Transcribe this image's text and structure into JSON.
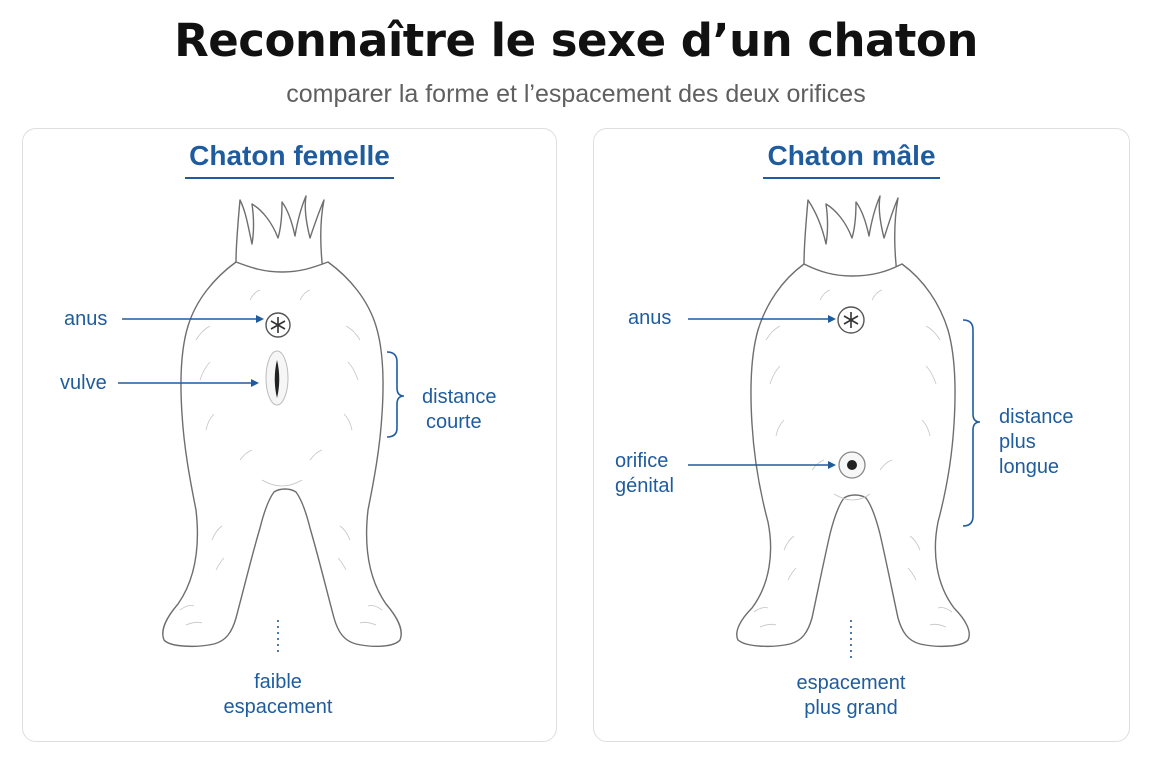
{
  "title": "Reconnaître le sexe d’un chaton",
  "subtitle": "comparer la forme et l’espacement des deux orifices",
  "colors": {
    "accent": "#1f5c9e",
    "title": "#111111",
    "subtitle": "#5f5f5f",
    "panel_border": "#dedede",
    "sketch": "#6e6e6e"
  },
  "female": {
    "heading": "Chaton femelle",
    "anus_label": "anus",
    "vulva_label": "vulve",
    "distance_label": [
      "distance",
      "courte"
    ],
    "spacing_label": [
      "faible",
      "espacement"
    ],
    "icons": [
      "anus-asterisk-icon",
      "vulva-slit-icon",
      "bracket-icon"
    ]
  },
  "male": {
    "heading": "Chaton mâle",
    "anus_label": "anus",
    "genital_label": [
      "orifice",
      "génital"
    ],
    "distance_label": [
      "distance",
      "plus",
      "longue"
    ],
    "spacing_label": [
      "espacement",
      "plus grand"
    ],
    "icons": [
      "anus-asterisk-icon",
      "genital-dot-icon",
      "bracket-icon"
    ]
  }
}
